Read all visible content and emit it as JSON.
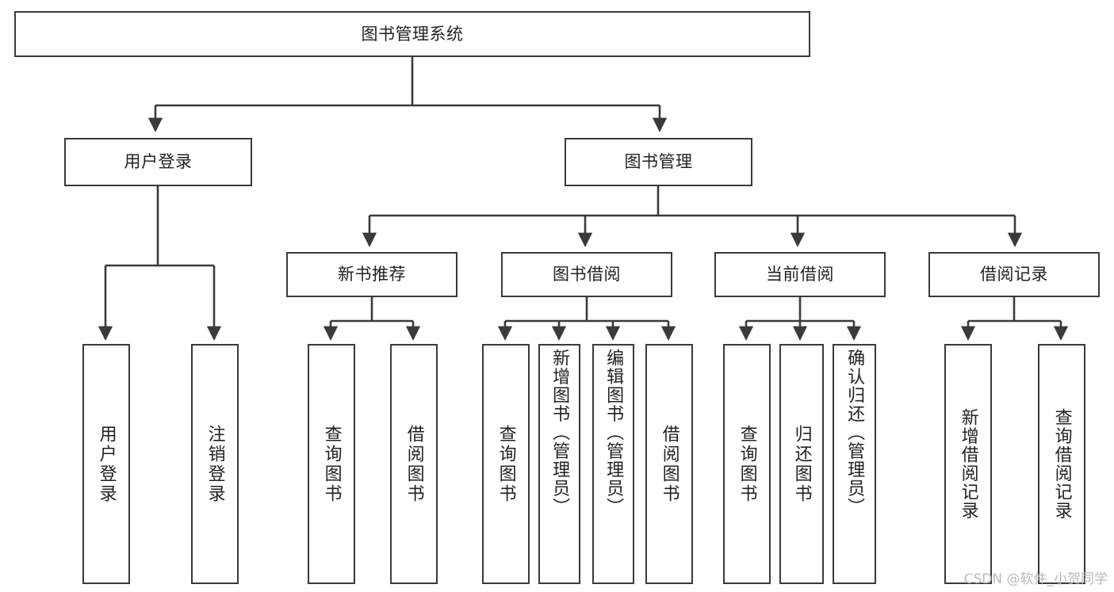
{
  "diagram": {
    "type": "tree-hierarchy",
    "title": "图书管理系统",
    "root": {
      "label": "图书管理系统"
    },
    "level2": [
      {
        "id": "user-login",
        "label": "用户登录"
      },
      {
        "id": "book-manage",
        "label": "图书管理"
      }
    ],
    "level3": [
      {
        "id": "new-book-recommend",
        "label": "新书推荐",
        "parent": "book-manage"
      },
      {
        "id": "book-borrow",
        "label": "图书借阅",
        "parent": "book-manage"
      },
      {
        "id": "current-borrow",
        "label": "当前借阅",
        "parent": "book-manage"
      },
      {
        "id": "borrow-record",
        "label": "借阅记录",
        "parent": "book-manage"
      }
    ],
    "leaves": {
      "user-login": [
        {
          "id": "leaf-user-login",
          "label": "用户登录"
        },
        {
          "id": "leaf-user-logout",
          "label": "注销登录"
        }
      ],
      "new-book-recommend": [
        {
          "id": "leaf-query-book-1",
          "label": "查询图书"
        },
        {
          "id": "leaf-borrow-book-1",
          "label": "借阅图书"
        }
      ],
      "book-borrow": [
        {
          "id": "leaf-query-book-2",
          "label": "查询图书"
        },
        {
          "id": "leaf-add-book",
          "label": "新增图书（管理员）"
        },
        {
          "id": "leaf-edit-book",
          "label": "编辑图书（管理员）"
        },
        {
          "id": "leaf-borrow-book-2",
          "label": "借阅图书"
        }
      ],
      "current-borrow": [
        {
          "id": "leaf-query-book-3",
          "label": "查询图书"
        },
        {
          "id": "leaf-return-book",
          "label": "归还图书"
        },
        {
          "id": "leaf-confirm-return",
          "label": "确认归还（管理员）"
        }
      ],
      "borrow-record": [
        {
          "id": "leaf-add-record",
          "label": "新增借阅记录"
        },
        {
          "id": "leaf-query-record",
          "label": "查询借阅记录"
        }
      ]
    }
  },
  "watermark": {
    "text": "CSDN @软件_小贺同学"
  },
  "colors": {
    "background": "#ffffff",
    "box_border": "#3a3a3a",
    "connector": "#3a3a3a",
    "text": "#222222",
    "watermark": "#b9b9b9"
  }
}
